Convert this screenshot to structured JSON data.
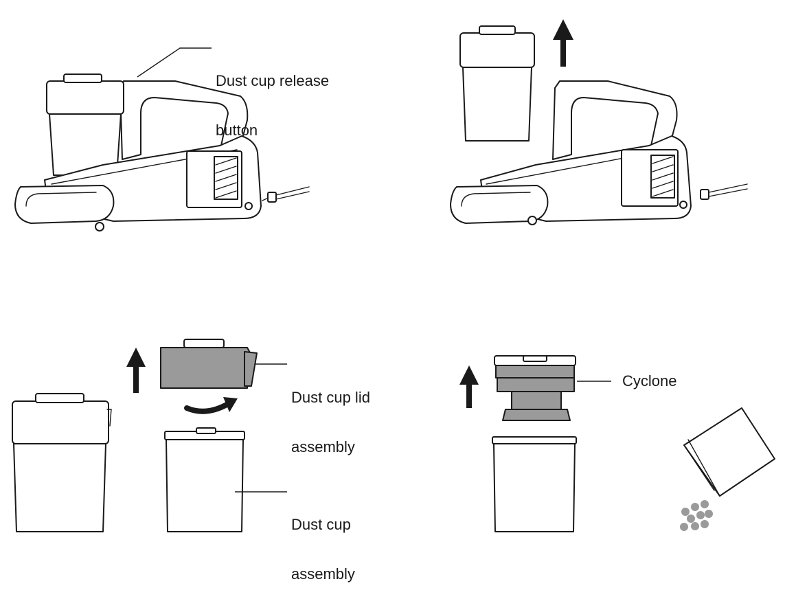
{
  "labels": {
    "release_button_line1": "Dust cup release",
    "release_button_line2": "button",
    "lid_line1": "Dust cup lid",
    "lid_line2": "assembly",
    "cyclone": "Cyclone",
    "cup_line1": "Dust cup",
    "cup_line2": "assembly"
  },
  "colors": {
    "line": "#1a1a1a",
    "part_fill": "#9a9a9a",
    "background": "#ffffff"
  },
  "icons": {
    "arrow": "up-arrow-icon",
    "rotate": "curved-arrow-icon",
    "debris": "dust-particles"
  }
}
